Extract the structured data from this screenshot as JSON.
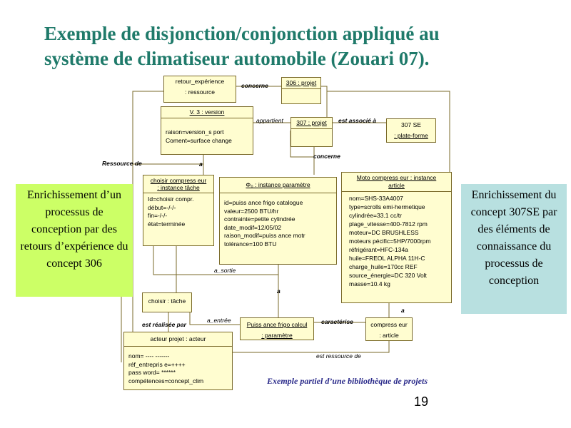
{
  "title": {
    "line1": "Exemple de disjonction/conjonction appliqué au",
    "line2": "système de climatiseur automobile (Zouari 07)."
  },
  "boxes": {
    "retour": {
      "name": "retour_expérience",
      "sub": ": ressource"
    },
    "projet306": {
      "name": "306 : projet"
    },
    "version": {
      "name": "V. 3 : version",
      "attrs": [
        "raison=version_s port",
        "Coment=surface change"
      ]
    },
    "projet307": {
      "name": "307 : projet"
    },
    "se307": {
      "name": "307 SE",
      "sub": ": plate-forme"
    },
    "choisirCompresseur": {
      "name": "choisir compress eur",
      "sub": ": instance tâche",
      "attrs": [
        "Id=choisir compr.",
        "début=-/-/-",
        "fin=-/-/-",
        "état=terminée"
      ]
    },
    "instanceParam": {
      "name": "Φ₀ : instance paramètre",
      "attrs": [
        "id=puiss ance frigo catalogue",
        "valeur=2500 BTU/hr",
        "contrainte=petite cylindrée",
        "date_modif=12/05/02",
        "raison_modif=puiss ance motr",
        "tolérance=100 BTU"
      ]
    },
    "motoCompresseur": {
      "name": "Moto compress eur : instance",
      "sub": "article",
      "attrs": [
        "nom=SHS-33A4007",
        "type=scrolls emi-hermetique",
        "cylindrée=33.1 cc/tr",
        "plage_vitesse=400-7812 rpm",
        "moteur=DC BRUSHLESS",
        "moteurs pécific=5HP/7000rpm",
        "réfrigérant=HFC-134a",
        "huile=FREOL ALPHA 11H-C",
        "charge_huile=170cc REF",
        "source_énergie=DC 320 Volt",
        "masse=10.4 kg"
      ]
    },
    "choisirTache": {
      "name": "choisir : tâche"
    },
    "puissance": {
      "name": "Puiss ance frigo calcul",
      "sub": ": paramètre"
    },
    "compresseur": {
      "name": "compress eur",
      "sub": ": article"
    },
    "acteur": {
      "name": "acteur projet : acteur",
      "attrs": [
        "nom= ---- -------",
        "réf_entrepris e=++++",
        "pass word= ******",
        "compétences=concept_clim"
      ]
    }
  },
  "labels": {
    "concerne1": "concerne",
    "appartient": "appartient",
    "estAssocie": "est associé à",
    "concerne2": "concerne",
    "ressourceDe": "Ressource de",
    "a1": "a",
    "aSortie": "a_sortie",
    "a2": "a",
    "aEntree": "a_entrée",
    "estRealisee": "est réalisée par",
    "caracterise": "caractérise",
    "a3": "a",
    "estRessource": "est ressource de"
  },
  "notes": {
    "left": "Enrichissement d’un processus de conception par des retours d’expérience du concept 306",
    "right": "Enrichissement du concept 307SE par des éléments de connaissance du processus de conception"
  },
  "caption": "Exemple partiel d’une bibliothèque de projets",
  "page_number": "19"
}
